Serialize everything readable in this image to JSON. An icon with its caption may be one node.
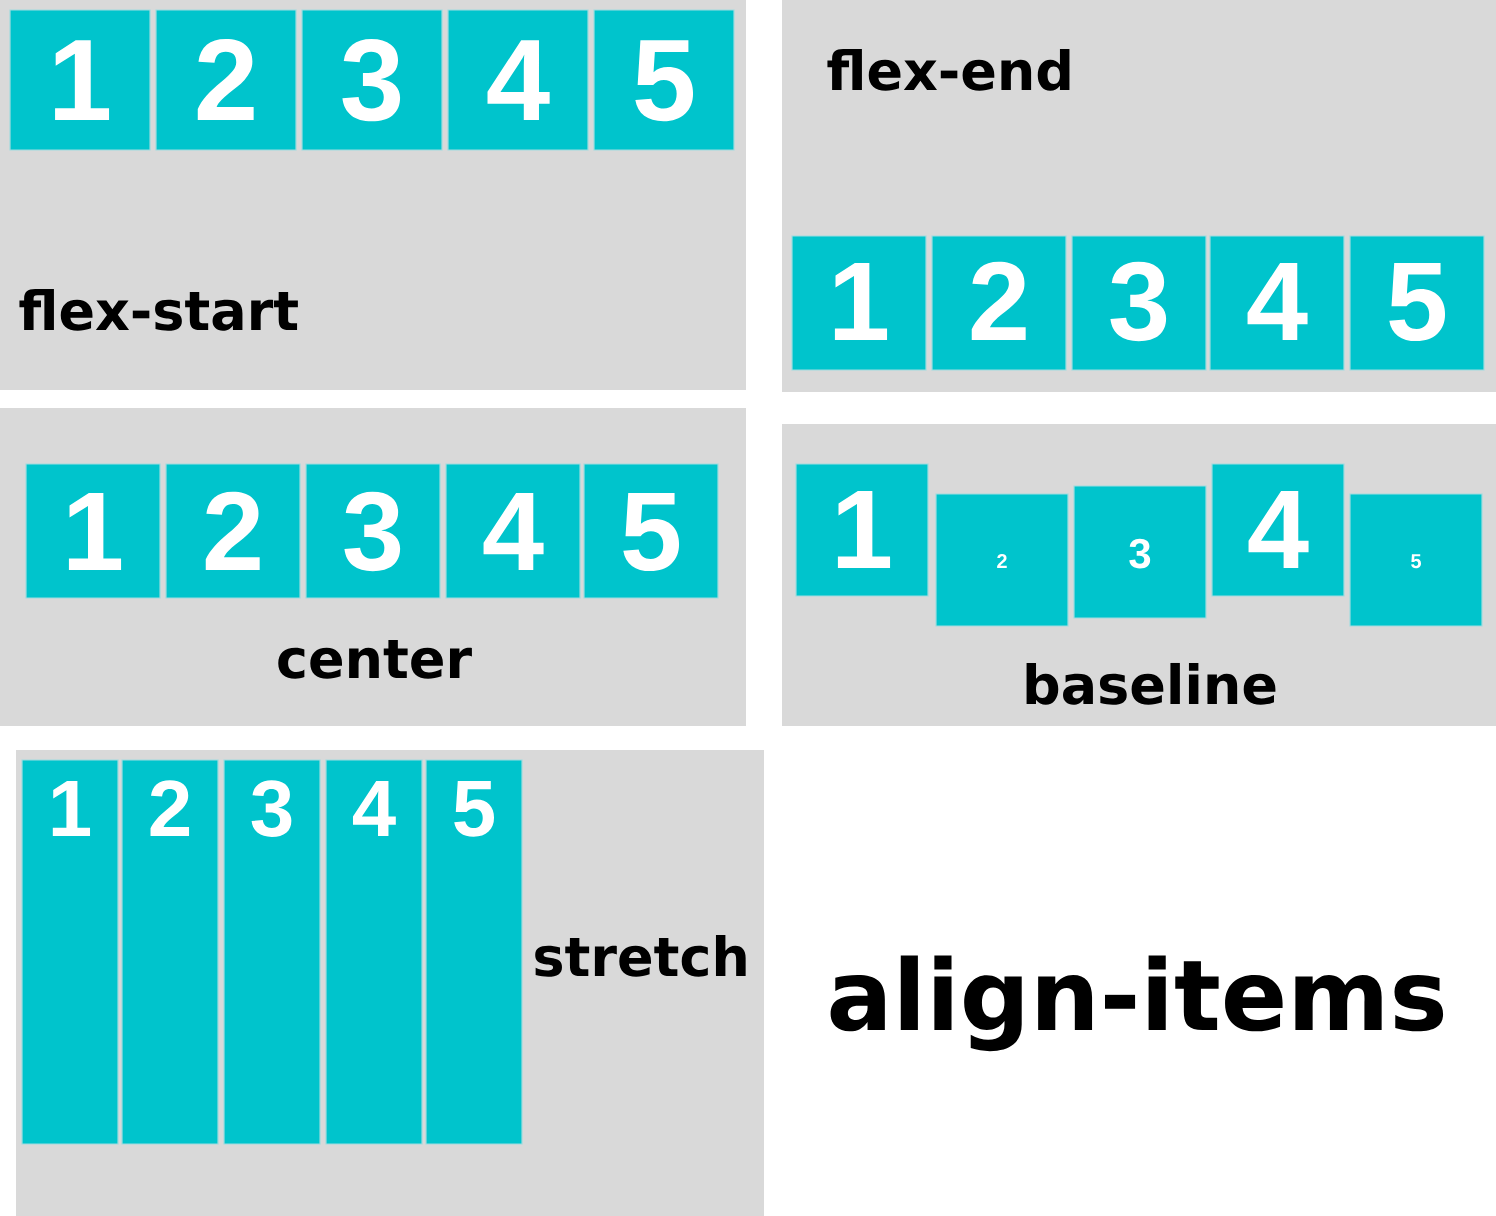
{
  "diagram": {
    "title": "align-items",
    "nodes": [
      {
        "text": [
          "flex-start"
        ]
      },
      {
        "text": [
          "1"
        ],
        "in": 0
      },
      {
        "text": [
          "2"
        ],
        "in": 0
      },
      {
        "text": [
          "3"
        ],
        "in": 0
      },
      {
        "text": [
          "4"
        ],
        "in": 0
      },
      {
        "text": [
          "5"
        ],
        "in": 0
      },
      {
        "text": [
          "flex-end"
        ]
      },
      {
        "text": [
          "1"
        ],
        "in": 6
      },
      {
        "text": [
          "2"
        ],
        "in": 6
      },
      {
        "text": [
          "3"
        ],
        "in": 6
      },
      {
        "text": [
          "4"
        ],
        "in": 6
      },
      {
        "text": [
          "5"
        ],
        "in": 6
      },
      {
        "text": [
          "center"
        ]
      },
      {
        "text": [
          "1"
        ],
        "in": 12
      },
      {
        "text": [
          "2"
        ],
        "in": 12
      },
      {
        "text": [
          "3"
        ],
        "in": 12
      },
      {
        "text": [
          "4"
        ],
        "in": 12
      },
      {
        "text": [
          "5"
        ],
        "in": 12
      },
      {
        "text": [
          "baseline"
        ]
      },
      {
        "text": [
          "1"
        ],
        "in": 18
      },
      {
        "text": [
          "2"
        ],
        "in": 18
      },
      {
        "text": [
          "3"
        ],
        "in": 18
      },
      {
        "text": [
          "4"
        ],
        "in": 18
      },
      {
        "text": [
          "5"
        ],
        "in": 18
      },
      {
        "text": [
          "stretch"
        ]
      },
      {
        "text": [
          "1"
        ],
        "in": 24
      },
      {
        "text": [
          "2"
        ],
        "in": 24
      },
      {
        "text": [
          "3"
        ],
        "in": 24
      },
      {
        "text": [
          "4"
        ],
        "in": 24
      },
      {
        "text": [
          "5"
        ],
        "in": 24
      }
    ]
  }
}
